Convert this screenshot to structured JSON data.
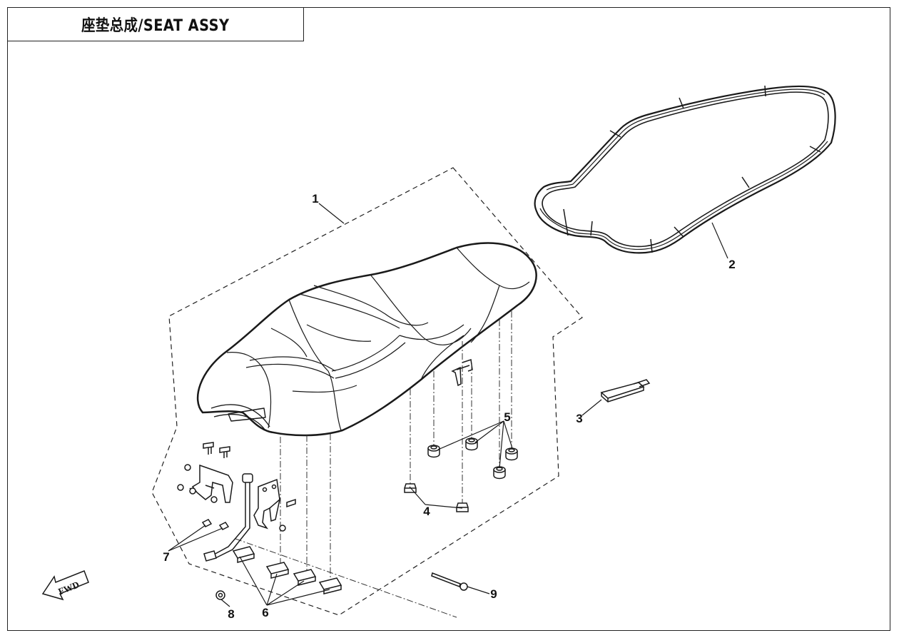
{
  "title": "座垫总成/SEAT ASSY",
  "fwd_label": "FWD",
  "callouts": {
    "c1": "1",
    "c2": "2",
    "c3": "3",
    "c4": "4",
    "c5": "5",
    "c6": "6",
    "c7": "7",
    "c8": "8",
    "c9": "9"
  },
  "colors": {
    "line": "#1a1a1a",
    "background": "#ffffff"
  }
}
